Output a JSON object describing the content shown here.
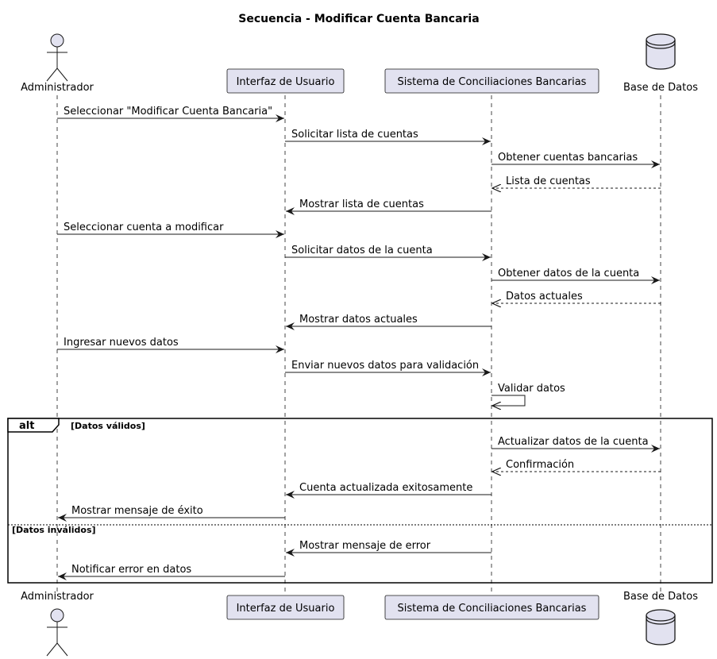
{
  "title": "Secuencia - Modificar Cuenta Bancaria",
  "participants": [
    {
      "id": "admin",
      "label": "Administrador",
      "kind": "actor"
    },
    {
      "id": "ui",
      "label": "Interfaz de Usuario",
      "kind": "participant"
    },
    {
      "id": "sys",
      "label": "Sistema de Conciliaciones Bancarias",
      "kind": "participant"
    },
    {
      "id": "db",
      "label": "Base de Datos",
      "kind": "database"
    }
  ],
  "messages": [
    {
      "from": "admin",
      "to": "ui",
      "label": "Seleccionar \"Modificar Cuenta Bancaria\"",
      "style": "solid"
    },
    {
      "from": "ui",
      "to": "sys",
      "label": "Solicitar lista de cuentas",
      "style": "solid"
    },
    {
      "from": "sys",
      "to": "db",
      "label": "Obtener cuentas bancarias",
      "style": "solid"
    },
    {
      "from": "db",
      "to": "sys",
      "label": "Lista de cuentas",
      "style": "dashed"
    },
    {
      "from": "sys",
      "to": "ui",
      "label": "Mostrar lista de cuentas",
      "style": "solid"
    },
    {
      "from": "admin",
      "to": "ui",
      "label": "Seleccionar cuenta a modificar",
      "style": "solid"
    },
    {
      "from": "ui",
      "to": "sys",
      "label": "Solicitar datos de la cuenta",
      "style": "solid"
    },
    {
      "from": "sys",
      "to": "db",
      "label": "Obtener datos de la cuenta",
      "style": "solid"
    },
    {
      "from": "db",
      "to": "sys",
      "label": "Datos actuales",
      "style": "dashed"
    },
    {
      "from": "sys",
      "to": "ui",
      "label": "Mostrar datos actuales",
      "style": "solid"
    },
    {
      "from": "admin",
      "to": "ui",
      "label": "Ingresar nuevos datos",
      "style": "solid"
    },
    {
      "from": "ui",
      "to": "sys",
      "label": "Enviar nuevos datos para validación",
      "style": "solid"
    },
    {
      "from": "sys",
      "to": "sys",
      "label": "Validar datos",
      "style": "self"
    },
    {
      "from": "sys",
      "to": "db",
      "label": "Actualizar datos de la cuenta",
      "style": "solid"
    },
    {
      "from": "db",
      "to": "sys",
      "label": "Confirmación",
      "style": "dashed"
    },
    {
      "from": "sys",
      "to": "ui",
      "label": "Cuenta actualizada exitosamente",
      "style": "solid"
    },
    {
      "from": "ui",
      "to": "admin",
      "label": "Mostrar mensaje de éxito",
      "style": "solid"
    },
    {
      "from": "sys",
      "to": "ui",
      "label": "Mostrar mensaje de error",
      "style": "solid"
    },
    {
      "from": "ui",
      "to": "admin",
      "label": "Notificar error en datos",
      "style": "solid"
    }
  ],
  "fragment": {
    "keyword": "alt",
    "guard_1": "[Datos válidos]",
    "guard_2": "[Datos inválidos]"
  },
  "colors": {
    "participant_fill": "#e2e2f0",
    "participant_border": "#181818",
    "lifeline": "#181818",
    "arrow": "#181818"
  }
}
